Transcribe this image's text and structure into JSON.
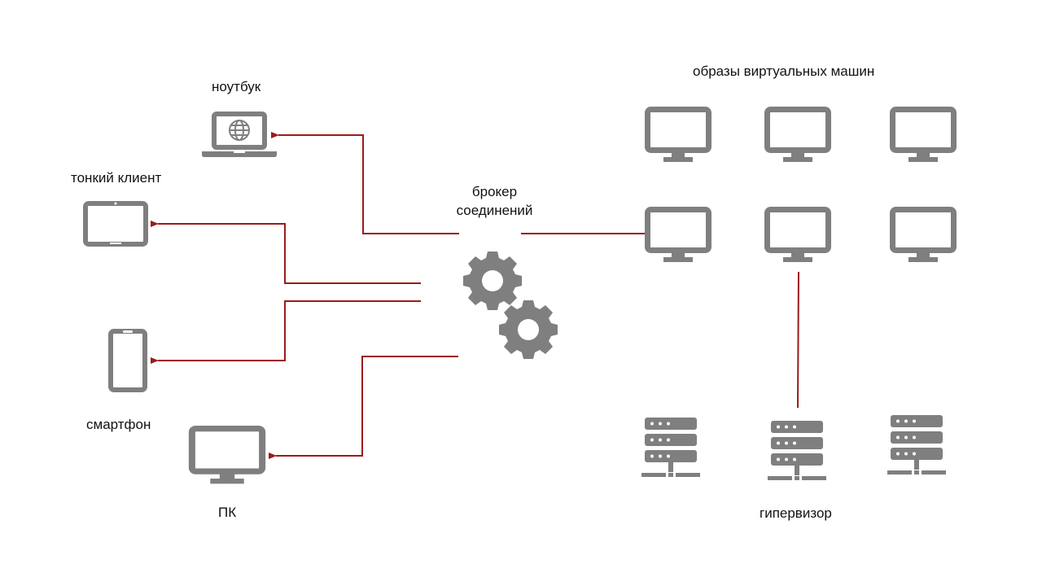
{
  "colors": {
    "icon": "#7f7f7f",
    "connector": "#9b1b1b",
    "text": "#111111",
    "background": "#ffffff"
  },
  "labels": {
    "laptop": "ноутбук",
    "thin_client": "тонкий клиент",
    "smartphone": "смартфон",
    "pc": "ПК",
    "broker_line1": "брокер",
    "broker_line2": "соединений",
    "vm_images": "образы виртуальных машин",
    "hypervisor": "гипервизор"
  },
  "nodes": {
    "clients": [
      {
        "id": "laptop",
        "icon": "laptop-globe-icon"
      },
      {
        "id": "thin_client",
        "icon": "tablet-icon"
      },
      {
        "id": "smartphone",
        "icon": "smartphone-icon"
      },
      {
        "id": "pc",
        "icon": "monitor-icon"
      }
    ],
    "broker": {
      "icon": "gears-icon"
    },
    "vm_images": {
      "count": 6,
      "icon": "monitor-icon"
    },
    "hypervisors": {
      "count": 3,
      "icon": "server-icon"
    }
  },
  "edges": [
    {
      "from": "broker",
      "to": "laptop",
      "arrow": true
    },
    {
      "from": "broker",
      "to": "thin_client",
      "arrow": true
    },
    {
      "from": "broker",
      "to": "smartphone",
      "arrow": true
    },
    {
      "from": "broker",
      "to": "pc",
      "arrow": true
    },
    {
      "from": "broker",
      "to": "vm_images",
      "arrow": false
    },
    {
      "from": "vm_images",
      "to": "hypervisor",
      "arrow": false
    }
  ]
}
